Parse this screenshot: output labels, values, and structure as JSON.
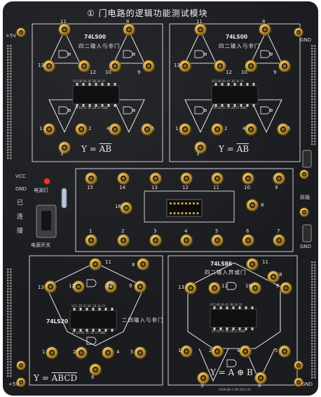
{
  "board": {
    "title": "① 门电路的逻辑功能测试模块",
    "footer_code": "2009-ED-1-ZR-2013-15",
    "colors": {
      "pcb": "#1b1c1f",
      "silk": "#e6e6e6",
      "gold": "#c9a13f",
      "chip": "#101010"
    }
  },
  "left_labels": {
    "plus5v_top": "+5V",
    "plus5v_bottom": "+5V",
    "vcc": "VCC",
    "gnd": "GND",
    "connected": "已",
    "connected2": "连",
    "connected3": "接",
    "power_led": "电源灯",
    "power_switch": "电源开关"
  },
  "right_labels": {
    "gnd_top": "GND",
    "gnd_mid": "GND",
    "gnd_bottom": "GND",
    "slide": "拆插"
  },
  "modules": {
    "top_left": {
      "chip": "74LS00",
      "desc": "四二输入与非门",
      "formula_y": "Y =",
      "formula_expr": "AB",
      "pins_top": [
        "11",
        "8"
      ],
      "pins_sides": [
        "13",
        "12",
        "10",
        "9"
      ],
      "pins_bottom": [
        "1",
        "2",
        "3",
        "4",
        "5"
      ],
      "pin_header_top": "VCC4B 4A 4Y 3B 3A 3Y",
      "pin_header_bottom": "1A 1B 1Y 2A 2B 2Y GND"
    },
    "top_right": {
      "chip": "74LS00",
      "desc": "四二输入与非门",
      "formula_y": "Y =",
      "formula_expr": "AB",
      "pins_top": [
        "11",
        "8"
      ],
      "pins_sides": [
        "13",
        "12",
        "10",
        "9"
      ],
      "pins_bottom": [
        "1",
        "2",
        "3",
        "4",
        "5"
      ],
      "pin_header_top": "VCC4B 4A 4Y 3B 3A 3Y",
      "pin_header_bottom": "1A 1B 1Y 2A 2B 2Y GND"
    },
    "socket": {
      "top_numbers": [
        "15",
        "14",
        "13",
        "12",
        "11",
        "10",
        "9"
      ],
      "bottom_numbers": [
        "1",
        "2",
        "3",
        "4",
        "5",
        "6",
        "7"
      ],
      "left_number": "16",
      "right_number": "8"
    },
    "bottom_left": {
      "chip": "74LS20",
      "desc": "二四输入与非门",
      "formula_y": "Y =",
      "formula_expr": "ABCD",
      "pins_top": [
        "11",
        "13",
        "12",
        "10",
        "9",
        "8"
      ],
      "pins_bottom": [
        "1",
        "2",
        "4",
        "5",
        "6"
      ],
      "pin_header_top": "VCC 2D 2C NC 2B 2A 2Y",
      "pin_header_bottom": "1A 1B NC 1C 1D 1Y GND"
    },
    "bottom_right": {
      "chip": "74LS86",
      "desc": "四二输入异或门",
      "formula_y": "Y = A",
      "formula_op": "⊕",
      "formula_b": "B",
      "pins_top": [
        "11",
        "13",
        "12",
        "10",
        "9",
        "8"
      ],
      "pins_bottom": [
        "1",
        "2",
        "3",
        "4",
        "5",
        "6"
      ],
      "pin_header_top": "VCC4B 4A 4Y 3B 3A 3Y",
      "pin_header_bottom": "1A 1B 1Y 2A 2B 2Y GND"
    }
  }
}
